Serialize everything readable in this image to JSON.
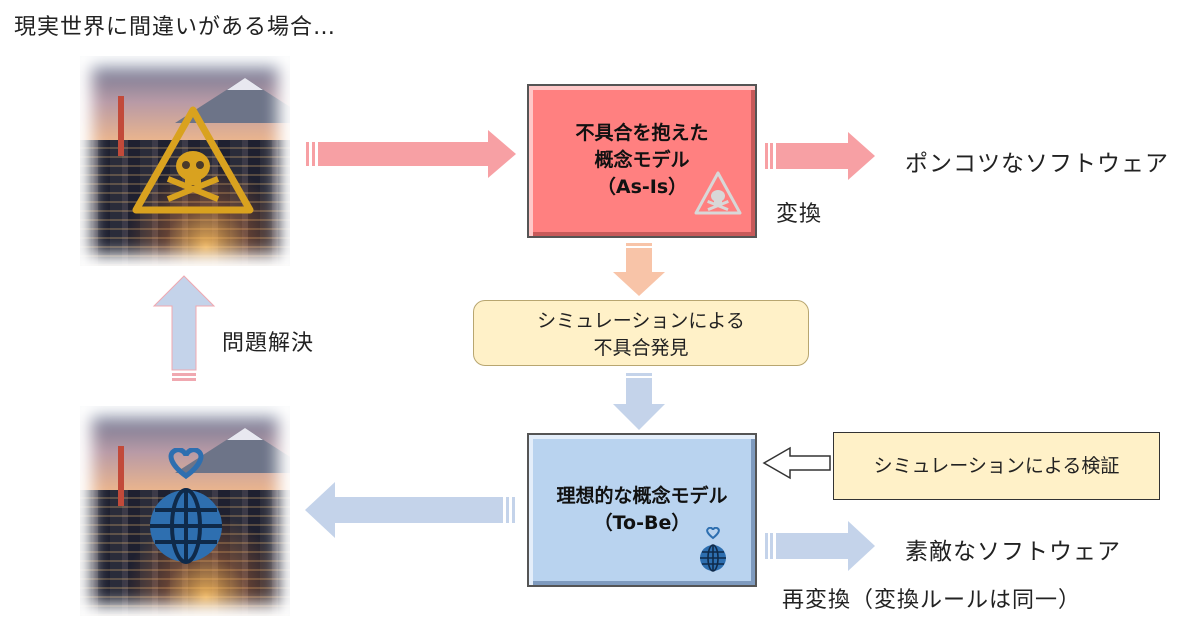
{
  "header": {
    "text": "現実世界に間違いがある場合…"
  },
  "as_is_box": {
    "title_line1": "不具合を抱えた",
    "title_line2": "概念モデル",
    "title_line3": "（As-Is）",
    "fill_color": "#ff8080",
    "icon": "skull-warning-icon"
  },
  "to_be_box": {
    "title_line1": "理想的な概念モデル",
    "title_line2": "（To-Be）",
    "fill_color": "#b9d3ef",
    "icon": "heart-globe-icon"
  },
  "simulation_box": {
    "line1": "シミュレーションによる",
    "line2": "不具合発見"
  },
  "verification_box": {
    "text": "シミュレーションによる検証"
  },
  "labels": {
    "output_bad": "ポンコツなソフトウェア",
    "transform": "変換",
    "problem_solving": "問題解決",
    "output_good": "素敵なソフトウェア",
    "retransform": "再変換（変換ルールは同一）"
  },
  "colors": {
    "red_arrow": "#f7a0a4",
    "blue_arrow": "#c4d3ea",
    "orange_arrow": "#f8c4a8",
    "warning_yellow": "#d9a21f",
    "globe_blue": "#2e6fb0"
  }
}
